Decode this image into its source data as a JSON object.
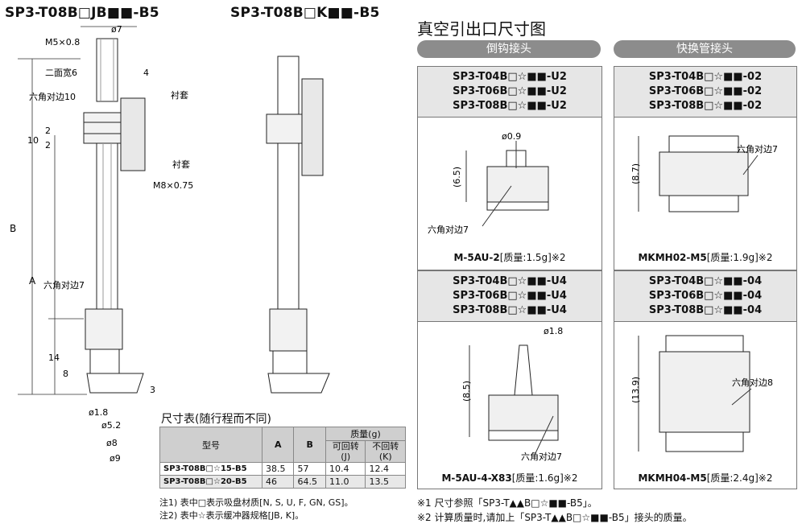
{
  "left_titles": {
    "t1": "SP3-T08B□JB■■-B5",
    "t2": "SP3-T08B□K■■-B5"
  },
  "drawing_labels": {
    "d7": "ø7",
    "m5": "M5×0.8",
    "dim4": "4",
    "nimen": "二面宽6",
    "hex10": "六角对边10",
    "lining1": "衬套",
    "lining2": "衬套",
    "dim2a": "2",
    "dim2b": "2",
    "dim10": "10",
    "m8": "M8×0.75",
    "B": "B",
    "A": "A",
    "hex7": "六角对边7",
    "dim14": "14",
    "dim8": "8",
    "dim3": "3",
    "d18": "ø1.8",
    "d52": "ø5.2",
    "d8": "ø8",
    "d9": "ø9"
  },
  "size_table": {
    "title": "尺寸表(随行程而不同)",
    "headers": {
      "model": "型号",
      "a": "A",
      "b": "B",
      "mass": "质量(g)",
      "rot": "可回转\n(J)",
      "norot": "不回转\n(K)"
    },
    "rows": [
      {
        "model": "SP3-T08B□☆15-B5",
        "a": "38.5",
        "b": "57",
        "j": "10.4",
        "k": "12.4"
      },
      {
        "model": "SP3-T08B□☆20-B5",
        "a": "46",
        "b": "64.5",
        "j": "11.0",
        "k": "13.5"
      }
    ],
    "note1": "注1) 表中□表示吸盘材质[N, S, U, F, GN, GS]。",
    "note2": "注2) 表中☆表示缓冲器规格[JB, K]。"
  },
  "right": {
    "title": "真空引出口尺寸图",
    "tab1": "倒钩接头",
    "tab2": "快换管接头",
    "cards": [
      {
        "lines": [
          "SP3-T04B□☆■■-U2",
          "SP3-T06B□☆■■-U2",
          "SP3-T08B□☆■■-U2"
        ],
        "dim_top": "ø0.9",
        "dim_side": "(6.5)",
        "hex": "六角对边7",
        "caption_bold": "M-5AU-2",
        "caption_rest": "[质量:1.5g]※2"
      },
      {
        "lines": [
          "SP3-T04B□☆■■-02",
          "SP3-T06B□☆■■-02",
          "SP3-T08B□☆■■-02"
        ],
        "dim_side": "(8.7)",
        "hex": "六角对边7",
        "caption_bold": "MKMH02-M5",
        "caption_rest": "[质量:1.9g]※2"
      },
      {
        "lines": [
          "SP3-T04B□☆■■-U4",
          "SP3-T06B□☆■■-U4",
          "SP3-T08B□☆■■-U4"
        ],
        "dim_top": "ø1.8",
        "dim_side": "(8.5)",
        "hex": "六角对边7",
        "caption_bold": "M-5AU-4-X83",
        "caption_rest": "[质量:1.6g]※2"
      },
      {
        "lines": [
          "SP3-T04B□☆■■-04",
          "SP3-T06B□☆■■-04",
          "SP3-T08B□☆■■-04"
        ],
        "dim_side": "(13.9)",
        "hex": "六角对边8",
        "caption_bold": "MKMH04-M5",
        "caption_rest": "[质量:2.4g]※2"
      }
    ],
    "foot1": "※1 尺寸参照「SP3-T▲▲B□☆■■-B5」。",
    "foot2": "※2 计算质量时,请加上「SP3-T▲▲B□☆■■-B5」接头的质量。"
  }
}
